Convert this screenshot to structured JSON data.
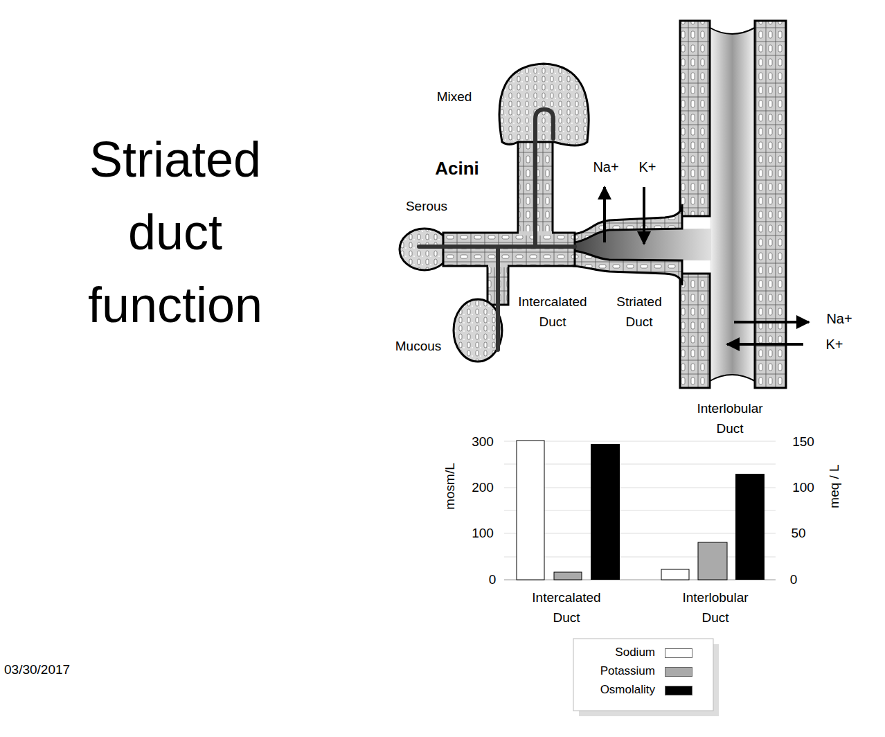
{
  "diagram": {
    "title": "Striated duct function",
    "labels": [
      "Mixed",
      "Acini",
      "Serous",
      "Na+",
      "K+",
      "Intercalated Duct",
      "Striated Duct",
      "Mucous",
      "Na+",
      "K+",
      "Interlobular Duct",
      "300",
      "200",
      "100",
      "0",
      "mosm/L",
      "150",
      "100",
      "50",
      "0",
      "meq / L",
      "Intercalated Duct",
      "Interlobular Duct",
      "03/30/2017"
    ],
    "legend": [
      {
        "text": "Sodium",
        "color": "#ffffff"
      },
      {
        "text": "Potassium",
        "color": "#aaaaaa"
      },
      {
        "text": "Osmolality",
        "color": "#000000"
      }
    ]
  }
}
